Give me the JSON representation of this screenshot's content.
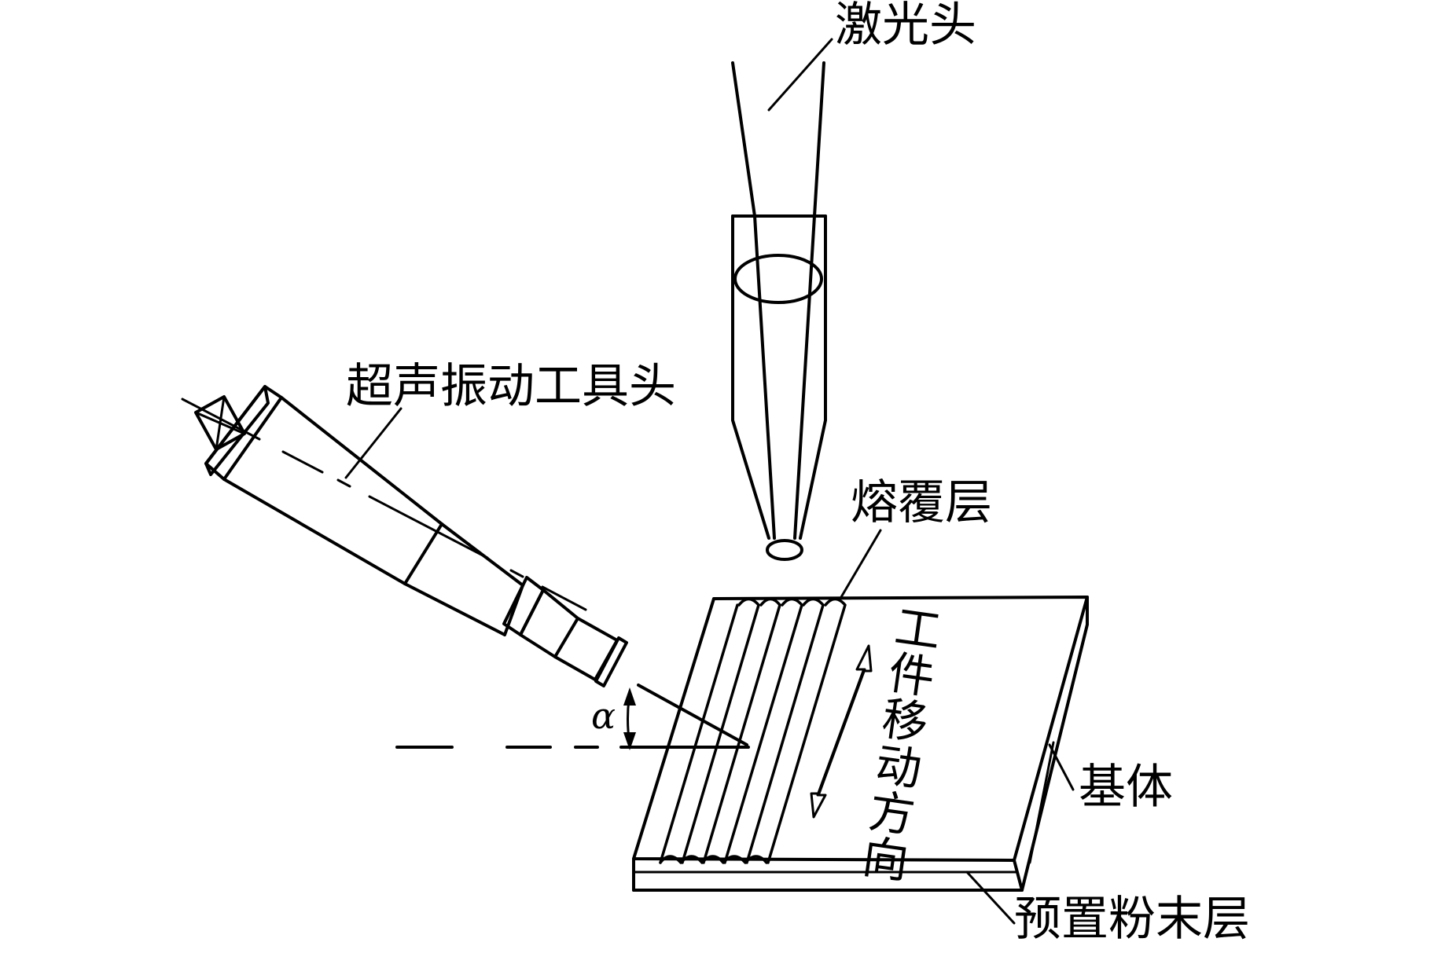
{
  "labels": {
    "laser_head": "激光头",
    "ultrasonic_tool_head": "超声振动工具头",
    "cladding_layer": "熔覆层",
    "workpiece_direction": "工件移动方向",
    "substrate": "基体",
    "preset_powder_layer": "预置粉末层",
    "angle_symbol": "α"
  },
  "colors": {
    "line": "#000000",
    "background": "#ffffff"
  }
}
